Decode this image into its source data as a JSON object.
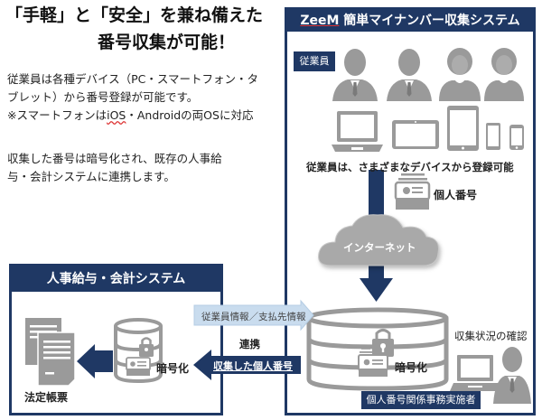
{
  "headline": {
    "line1": "「手軽」と「安全」を兼ね備えた",
    "line2": "番号収集が可能！"
  },
  "description": {
    "para1_line1": "従業員は各種デバイス（PC・スマートフォン・タ",
    "para1_line2": "ブレット）から番号登録が可能です。",
    "para1_line3_prefix": "※スマートフォンは",
    "para1_line3_ios": "iOS",
    "para1_line3_suffix": "・Androidの両OSに対応",
    "para2_line1": "収集した番号は暗号化され、既存の人事給",
    "para2_line2": "与・会計システムに連携します。"
  },
  "zeem_panel": {
    "brand": "ZeeM",
    "title": " 簡単マイナンバー収集システム",
    "employees_label": "従業員",
    "devices_caption": "従業員は、さまざまなデバイスから登録可能",
    "id_label": "個人番号",
    "internet_label": "インターネット",
    "encrypt_label": "暗号化",
    "status_check_label": "収集状況の確認",
    "operator_label": "個人番号関係事務実施者"
  },
  "hr_panel": {
    "title": "人事給与・会計システム",
    "documents_label": "法定帳票",
    "encrypt_label": "暗号化"
  },
  "link": {
    "outbound_label": "従業員情報／支払先情報",
    "link_label": "連携",
    "inbound_label": "収集した個人番号"
  },
  "colors": {
    "navy": "#1f3864",
    "icon_gray": "#9a9a9a",
    "light_blue": "#c9dcee"
  }
}
